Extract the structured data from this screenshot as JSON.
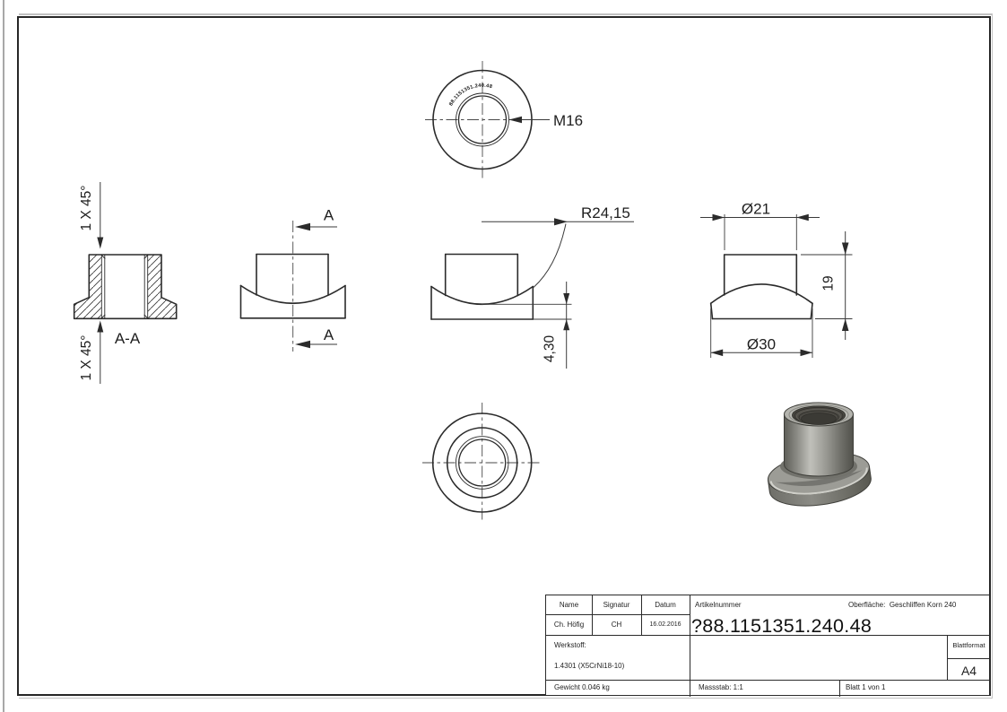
{
  "drawing": {
    "views": {
      "top_view": {
        "thread_label": "M16",
        "engraving": "88.1151351.240.48"
      },
      "section_view": {
        "label": "A-A",
        "chamfer_top": "1 X 45°",
        "chamfer_bottom": "1 X 45°"
      },
      "front_view": {
        "section_label_top": "A",
        "section_label_bottom": "A"
      },
      "radius_view": {
        "radius_label": "R24,15",
        "depth_label": "4,30"
      },
      "side_view": {
        "top_diameter_label": "Ø21",
        "base_diameter_label": "Ø30",
        "height_label": "19"
      }
    },
    "title_block": {
      "name_label": "Name",
      "signatur_label": "Signatur",
      "datum_label": "Datum",
      "name": "Ch. Höfig",
      "signatur": "CH",
      "datum": "16.02.2016",
      "artikelnummer_label": "Artikelnummer",
      "artikelnummer_prefix": "?",
      "artikelnummer": "88.1151351.240.48",
      "oberflaeche_label": "Oberfläche:",
      "oberflaeche": "Geschliffen Korn 240",
      "werkstoff_label": "Werkstoff:",
      "werkstoff": "1.4301 (X5CrNi18-10)",
      "blattformat_label": "Blattformat",
      "blattformat": "A4",
      "gewicht": "Gewicht 0.046 kg",
      "massstab": "Massstab: 1:1",
      "blatt": "Blatt 1 von 1"
    },
    "colors": {
      "line": "#2a2a2a",
      "metal_mid": "#8f8f8a",
      "metal_light": "#c6c6c0",
      "metal_dark": "#55534d"
    }
  }
}
